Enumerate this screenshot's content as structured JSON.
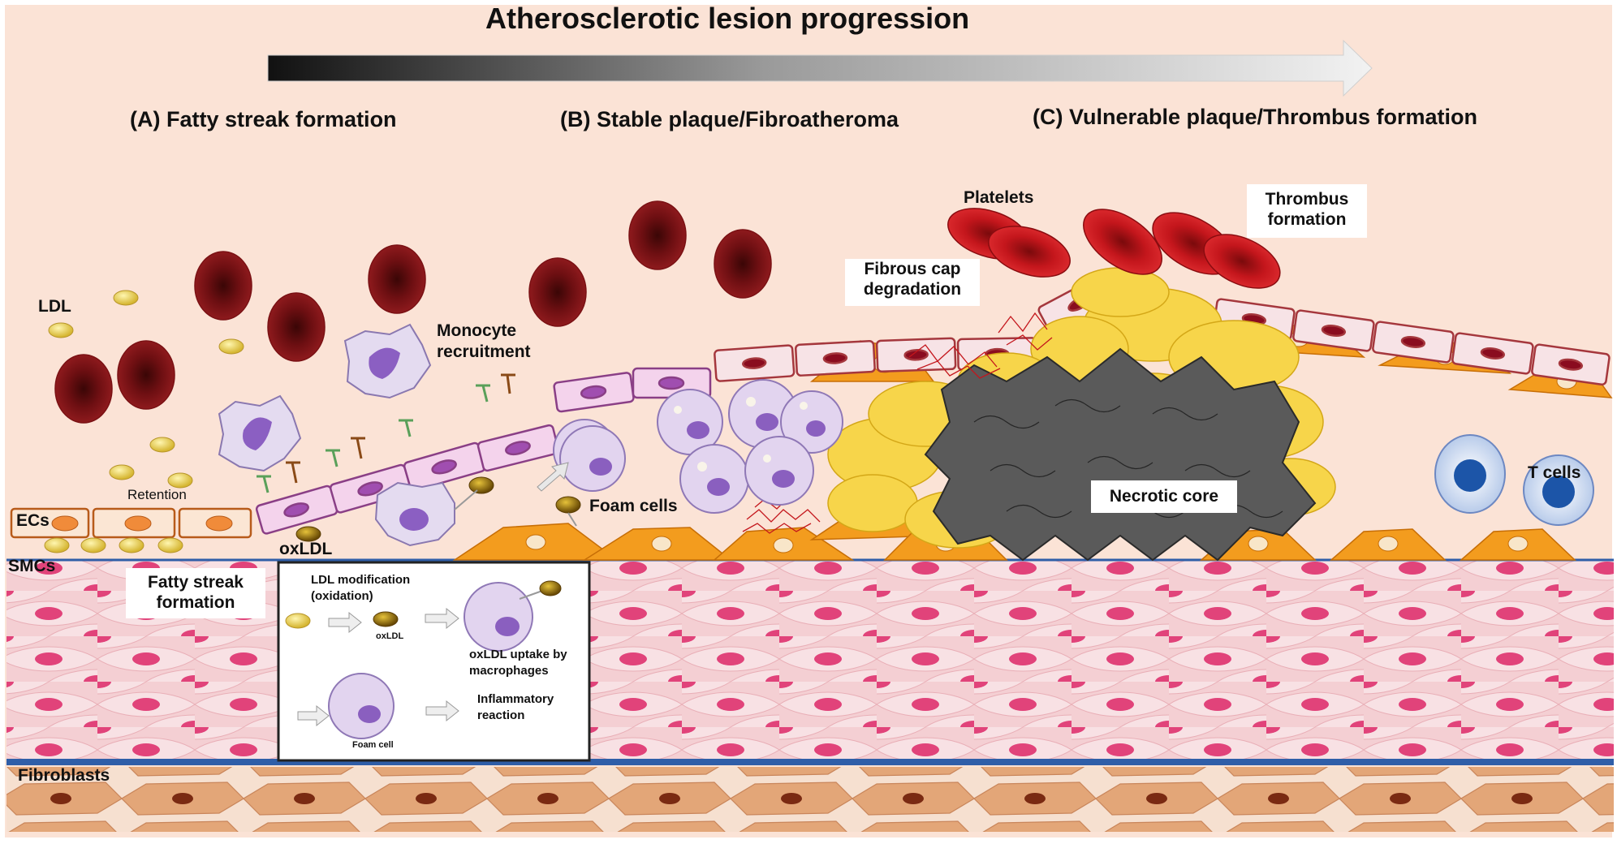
{
  "title": "Atherosclerotic lesion progression",
  "stages": {
    "a": "(A) Fatty streak formation",
    "b": "(B) Stable plaque/Fibroatheroma",
    "c": "(C) Vulnerable plaque/Thrombus formation"
  },
  "labels": {
    "ldl": "LDL",
    "retention": "Retention",
    "ecs": "ECs",
    "oxldl": "oxLDL",
    "monocyte_l1": "Monocyte",
    "monocyte_l2": "recruitment",
    "foam_cells": "Foam cells",
    "platelets": "Platelets",
    "fibrous_cap_l1": "Fibrous cap",
    "fibrous_cap_l2": "degradation",
    "thrombus_l1": "Thrombus",
    "thrombus_l2": "formation",
    "necrotic_core": "Necrotic core",
    "t_cells": "T cells",
    "smcs": "SMCs",
    "fibroblasts": "Fibroblasts",
    "fatty_streak_l1": "Fatty streak",
    "fatty_streak_l2": "formation"
  },
  "inset": {
    "ldl_mod_l1": "LDL modification",
    "ldl_mod_l2": "(oxidation)",
    "oxldl": "oxLDL",
    "uptake_l1": "oxLDL uptake by",
    "uptake_l2": "macrophages",
    "foam_cell": "Foam cell",
    "inflam_l1": "Inflammatory",
    "inflam_l2": "reaction"
  }
}
